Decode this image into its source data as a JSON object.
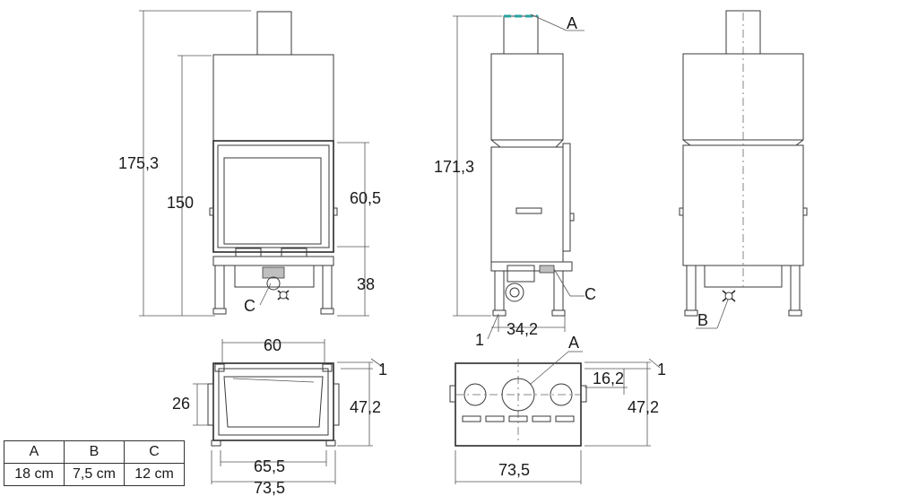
{
  "front_view": {
    "total_height": "175,3",
    "body_height": "150",
    "door_height": "60,5",
    "base_height": "38",
    "label_c": "C"
  },
  "side_view": {
    "height": "171,3",
    "label_a": "A",
    "label_c": "C",
    "offset": "1",
    "depth": "34,2"
  },
  "rear_view": {
    "label_b": "B"
  },
  "plan_front": {
    "opening_width": "60",
    "offset": "1",
    "side_depth": "26",
    "depth": "47,2",
    "inner_width": "65,5",
    "outer_width": "73,5"
  },
  "plan_top": {
    "label_a": "A",
    "outlet_offset": "16,2",
    "offset": "1",
    "depth": "47,2",
    "width": "73,5"
  },
  "table": {
    "headers": [
      "A",
      "B",
      "C"
    ],
    "values": [
      "18 cm",
      "7,5 cm",
      "12 cm"
    ]
  }
}
